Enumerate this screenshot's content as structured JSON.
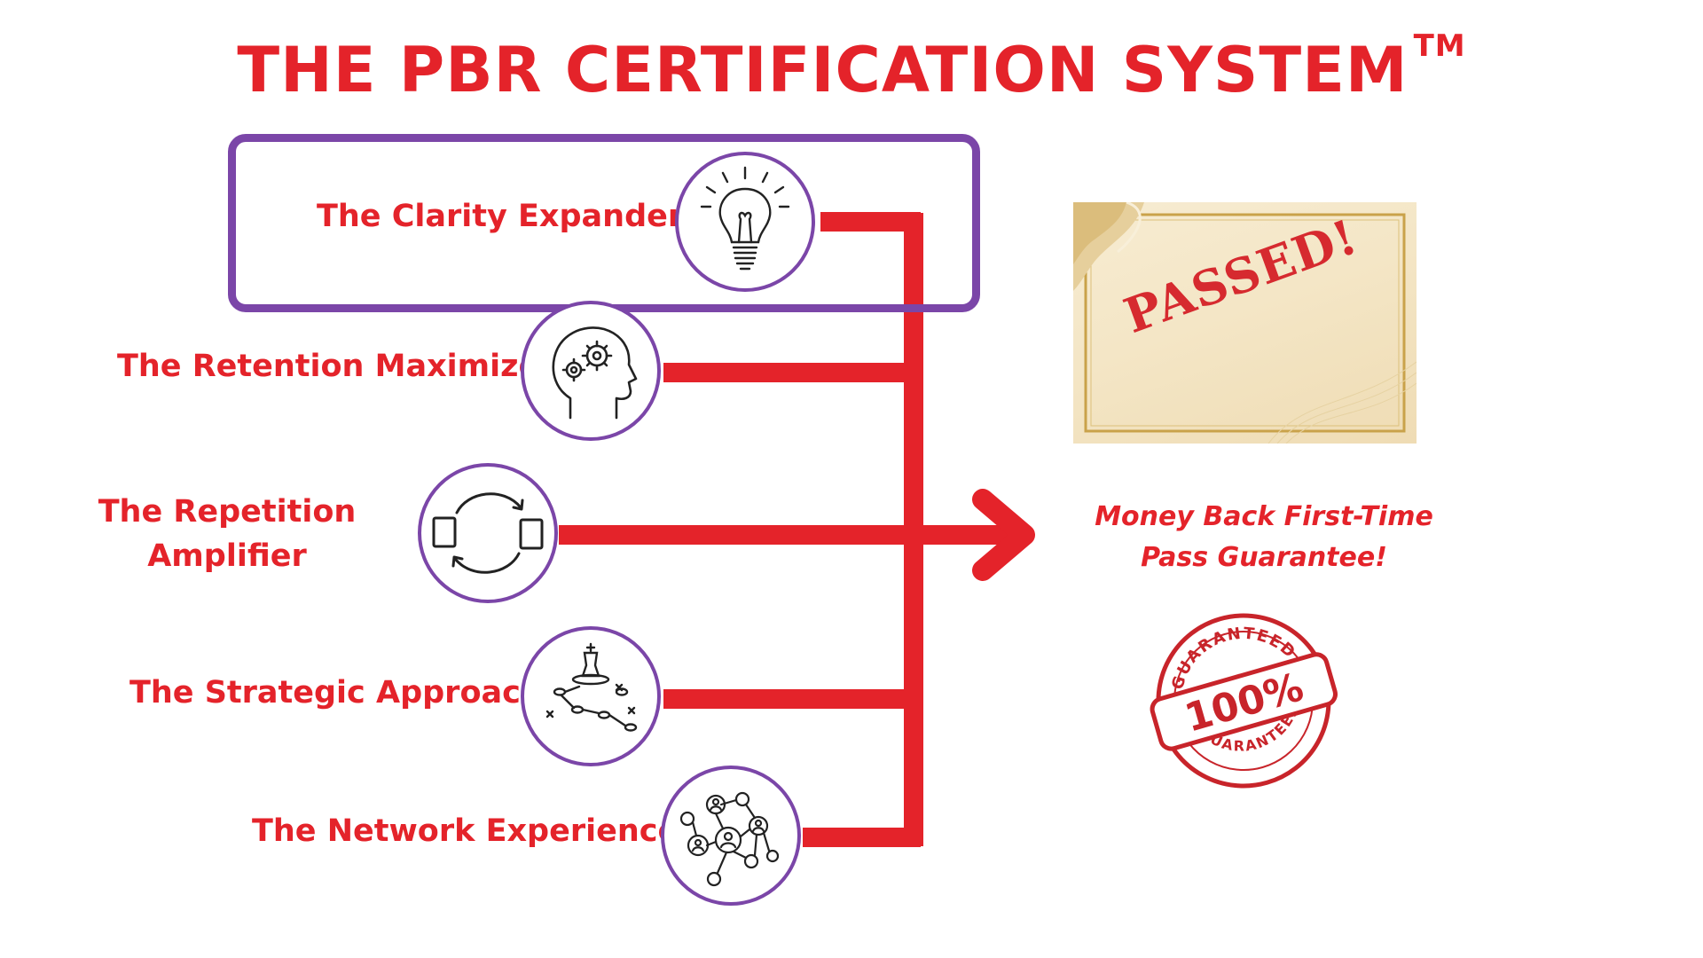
{
  "title": "THE PBR CERTIFICATION SYSTEM",
  "trademark": "TM",
  "steps": [
    {
      "label": "The Clarity Expander",
      "icon": "lightbulb-icon"
    },
    {
      "label": "The Retention Maximizer",
      "icon": "head-gears-icon"
    },
    {
      "label_line1": "The Repetition",
      "label_line2": "Amplifier",
      "icon": "cycle-arrows-icon"
    },
    {
      "label": "The Strategic Approach",
      "icon": "chess-strategy-icon"
    },
    {
      "label": "The Network Experience",
      "icon": "network-people-icon"
    }
  ],
  "certificate": {
    "stamp_text": "PASSED!"
  },
  "guarantee": {
    "line1": "Money Back First-Time",
    "line2": "Pass Guarantee!"
  },
  "seal": {
    "top_text": "GUARANTEED",
    "center_text": "100%",
    "bottom_text": "GUARANTEED"
  },
  "colors": {
    "accent_red": "#e4232a",
    "frame_purple": "#7b46a8",
    "gold": "#c9a24a"
  }
}
